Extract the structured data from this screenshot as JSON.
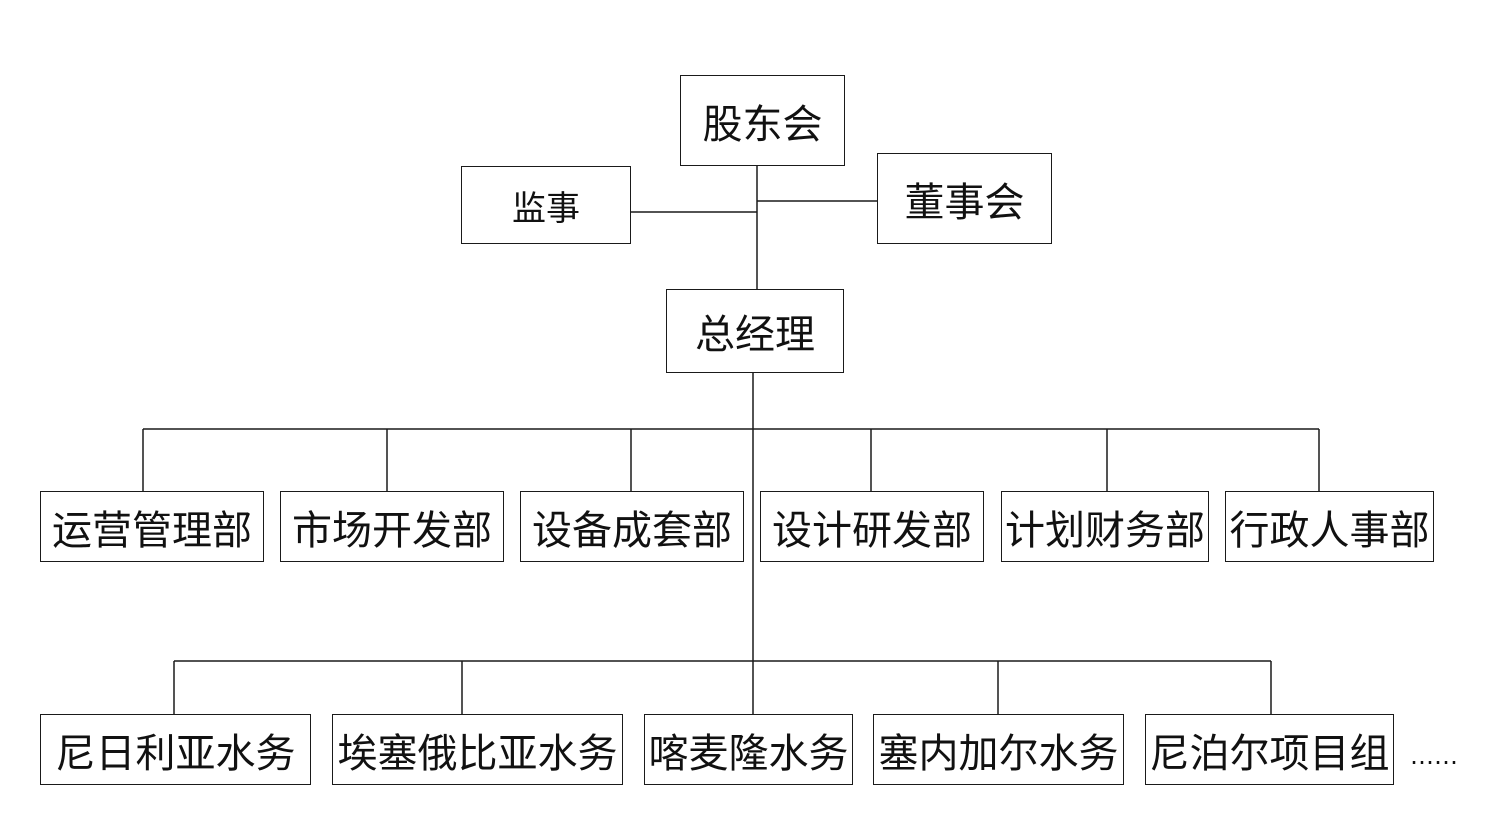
{
  "org_chart": {
    "shareholders": "股东会",
    "supervisor": "监事",
    "board": "董事会",
    "general_manager": "总经理",
    "departments": [
      "运营管理部",
      "市场开发部",
      "设备成套部",
      "设计研发部",
      "计划财务部",
      "行政人事部"
    ],
    "branches": [
      "尼日利亚水务",
      "埃塞俄比亚水务",
      "喀麦隆水务",
      "塞内加尔水务",
      "尼泊尔项目组"
    ],
    "more": "……"
  }
}
